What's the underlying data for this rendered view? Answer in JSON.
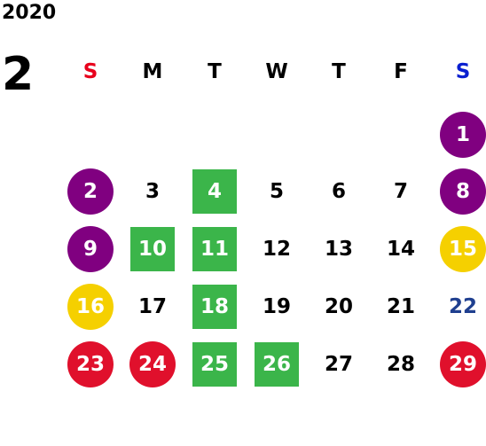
{
  "calendar": {
    "year": "2020",
    "month": "2",
    "weekdays": [
      {
        "label": "S",
        "color": "#e8001c"
      },
      {
        "label": "M",
        "color": "#000000"
      },
      {
        "label": "T",
        "color": "#000000"
      },
      {
        "label": "W",
        "color": "#000000"
      },
      {
        "label": "T",
        "color": "#000000"
      },
      {
        "label": "F",
        "color": "#000000"
      },
      {
        "label": "S",
        "color": "#0a1fd0"
      }
    ],
    "colors": {
      "purple": "#800080",
      "green": "#3bb54a",
      "yellow": "#f5d000",
      "red": "#e0102c",
      "navy": "#1f3f8f",
      "plain": "#000000"
    },
    "weeks": [
      [
        null,
        null,
        null,
        null,
        null,
        null,
        {
          "day": "1",
          "style": "circle",
          "color": "purple"
        }
      ],
      [
        {
          "day": "2",
          "style": "circle",
          "color": "purple"
        },
        {
          "day": "3",
          "style": "plain"
        },
        {
          "day": "4",
          "style": "square",
          "color": "green"
        },
        {
          "day": "5",
          "style": "plain"
        },
        {
          "day": "6",
          "style": "plain"
        },
        {
          "day": "7",
          "style": "plain"
        },
        {
          "day": "8",
          "style": "circle",
          "color": "purple"
        }
      ],
      [
        {
          "day": "9",
          "style": "circle",
          "color": "purple"
        },
        {
          "day": "10",
          "style": "square",
          "color": "green"
        },
        {
          "day": "11",
          "style": "square",
          "color": "green"
        },
        {
          "day": "12",
          "style": "plain"
        },
        {
          "day": "13",
          "style": "plain"
        },
        {
          "day": "14",
          "style": "plain"
        },
        {
          "day": "15",
          "style": "circle",
          "color": "yellow"
        }
      ],
      [
        {
          "day": "16",
          "style": "circle",
          "color": "yellow"
        },
        {
          "day": "17",
          "style": "plain"
        },
        {
          "day": "18",
          "style": "square",
          "color": "green"
        },
        {
          "day": "19",
          "style": "plain"
        },
        {
          "day": "20",
          "style": "plain"
        },
        {
          "day": "21",
          "style": "plain"
        },
        {
          "day": "22",
          "style": "text",
          "color": "navy"
        }
      ],
      [
        {
          "day": "23",
          "style": "circle",
          "color": "red"
        },
        {
          "day": "24",
          "style": "circle",
          "color": "red"
        },
        {
          "day": "25",
          "style": "square",
          "color": "green"
        },
        {
          "day": "26",
          "style": "square",
          "color": "green"
        },
        {
          "day": "27",
          "style": "plain"
        },
        {
          "day": "28",
          "style": "plain"
        },
        {
          "day": "29",
          "style": "circle",
          "color": "red"
        }
      ]
    ]
  }
}
